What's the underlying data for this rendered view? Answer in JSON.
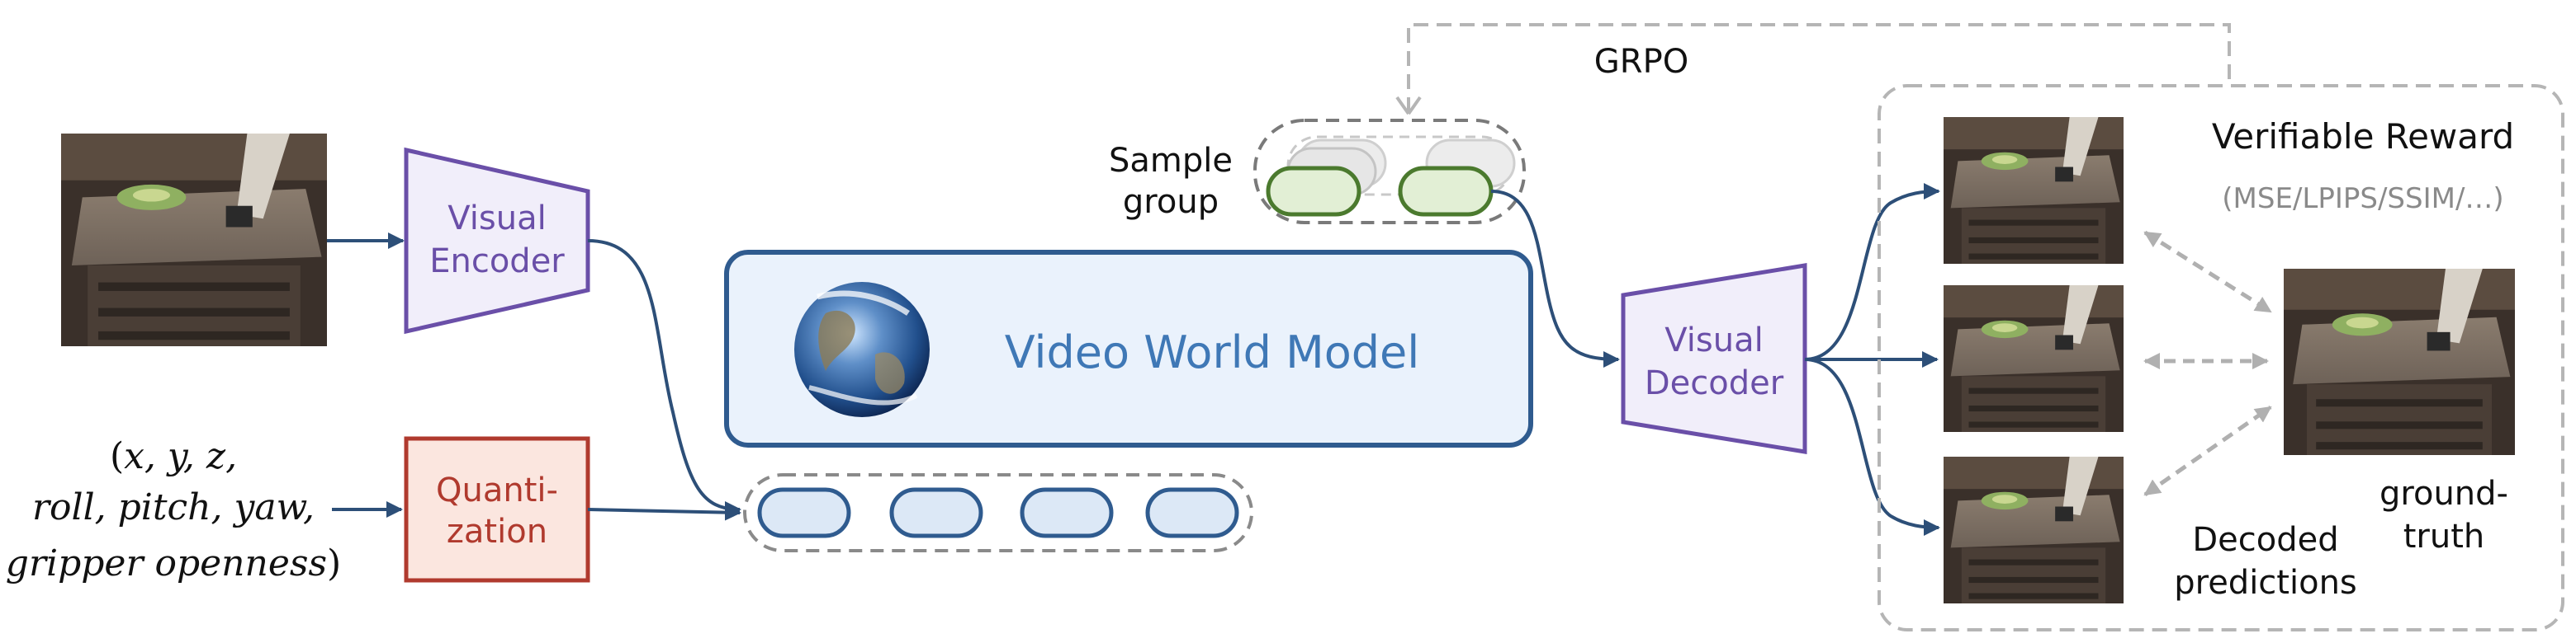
{
  "inputs": {
    "action_line1_open": "(",
    "action_line1_vars": "x, y, z,",
    "action_line2": "roll, pitch, yaw,",
    "action_line3_vars": "gripper openness",
    "action_line3_close": ")"
  },
  "modules": {
    "visual_encoder": [
      "Visual",
      "Encoder"
    ],
    "quantization": [
      "Quanti-",
      "zation"
    ],
    "world_model": "Video World Model",
    "visual_decoder": [
      "Visual",
      "Decoder"
    ]
  },
  "grpo": {
    "label": "GRPO",
    "sample_group": [
      "Sample",
      "group"
    ]
  },
  "reward": {
    "title": "Verifiable Reward",
    "metrics": "(MSE/LPIPS/SSIM/…)",
    "predictions_label": [
      "Decoded",
      "predictions"
    ],
    "ground_truth_label": [
      "ground-",
      "truth"
    ]
  },
  "colors": {
    "encoder_decoder": "#6a4fa8",
    "quantization": "#b03a2e",
    "world_model": "#2f5b8f",
    "world_model_text": "#3f78b6",
    "arrow": "#2d4f78",
    "sample_token": "#4b7a2e",
    "dashed": "#b5b5b5"
  },
  "icons": {
    "world_model_icon": "earth-globe-icon"
  }
}
